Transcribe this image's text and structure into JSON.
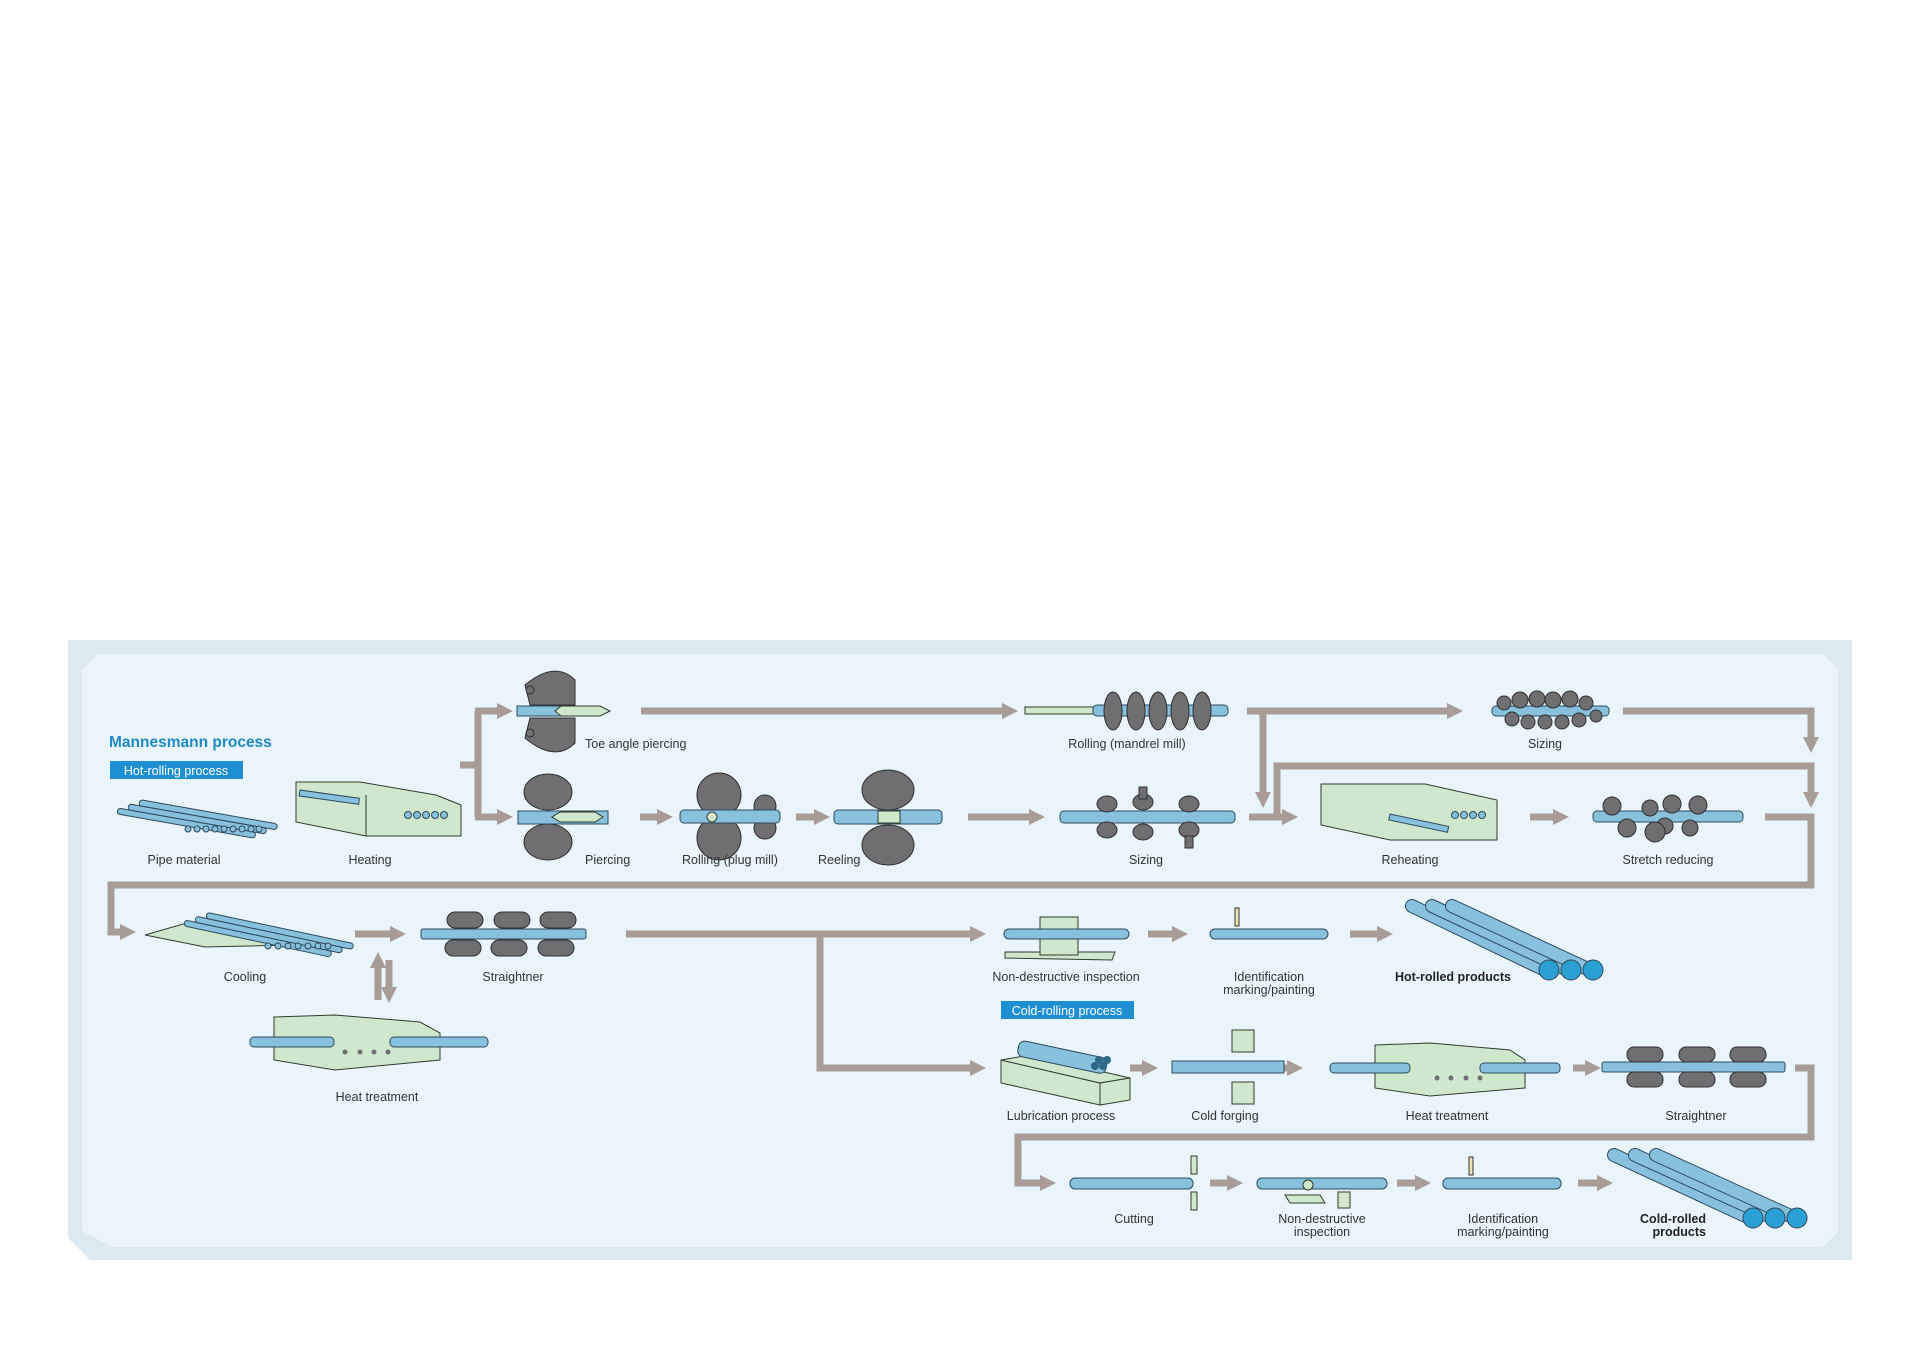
{
  "title": "Mannesmann process",
  "colors": {
    "title": "#1e8ac4",
    "badge": "#1e8fd0",
    "flow_line": "#a89c96",
    "panel_outer": "#dde9f1",
    "panel_inner": "#eaf4fb",
    "pipe": "#87c1de",
    "roll": "#6f6f72",
    "machine": "#cfe7cc"
  },
  "sections": {
    "hot_rolling": "Hot-rolling process",
    "cold_rolling": "Cold-rolling process"
  },
  "hot_rolling_steps": {
    "pipe_material": "Pipe material",
    "heating": "Heating",
    "toe_angle_piercing": "Toe angle piercing",
    "piercing": "Piercing",
    "rolling_plug_mill": "Rolling (plug mill)",
    "reeling": "Reeling",
    "rolling_mandrel_mill": "Rolling (mandrel mill)",
    "sizing_a": "Sizing",
    "sizing_b": "Sizing",
    "reheating": "Reheating",
    "stretch_reducing": "Stretch reducing",
    "cooling": "Cooling",
    "straightner": "Straightner",
    "heat_treatment": "Heat treatment",
    "nondestructive_inspection": "Non-destructive inspection",
    "identification_line1": "Identification",
    "identification_line2": "marking/painting",
    "product": "Hot-rolled products"
  },
  "cold_rolling_steps": {
    "lubrication": "Lubrication process",
    "cold_forging": "Cold forging",
    "heat_treatment": "Heat treatment",
    "straightner": "Straightner",
    "cutting": "Cutting",
    "nondestructive_line1": "Non-destructive",
    "nondestructive_line2": "inspection",
    "identification_line1": "Identification",
    "identification_line2": "marking/painting",
    "product_line1": "Cold-rolled",
    "product_line2": "products"
  }
}
